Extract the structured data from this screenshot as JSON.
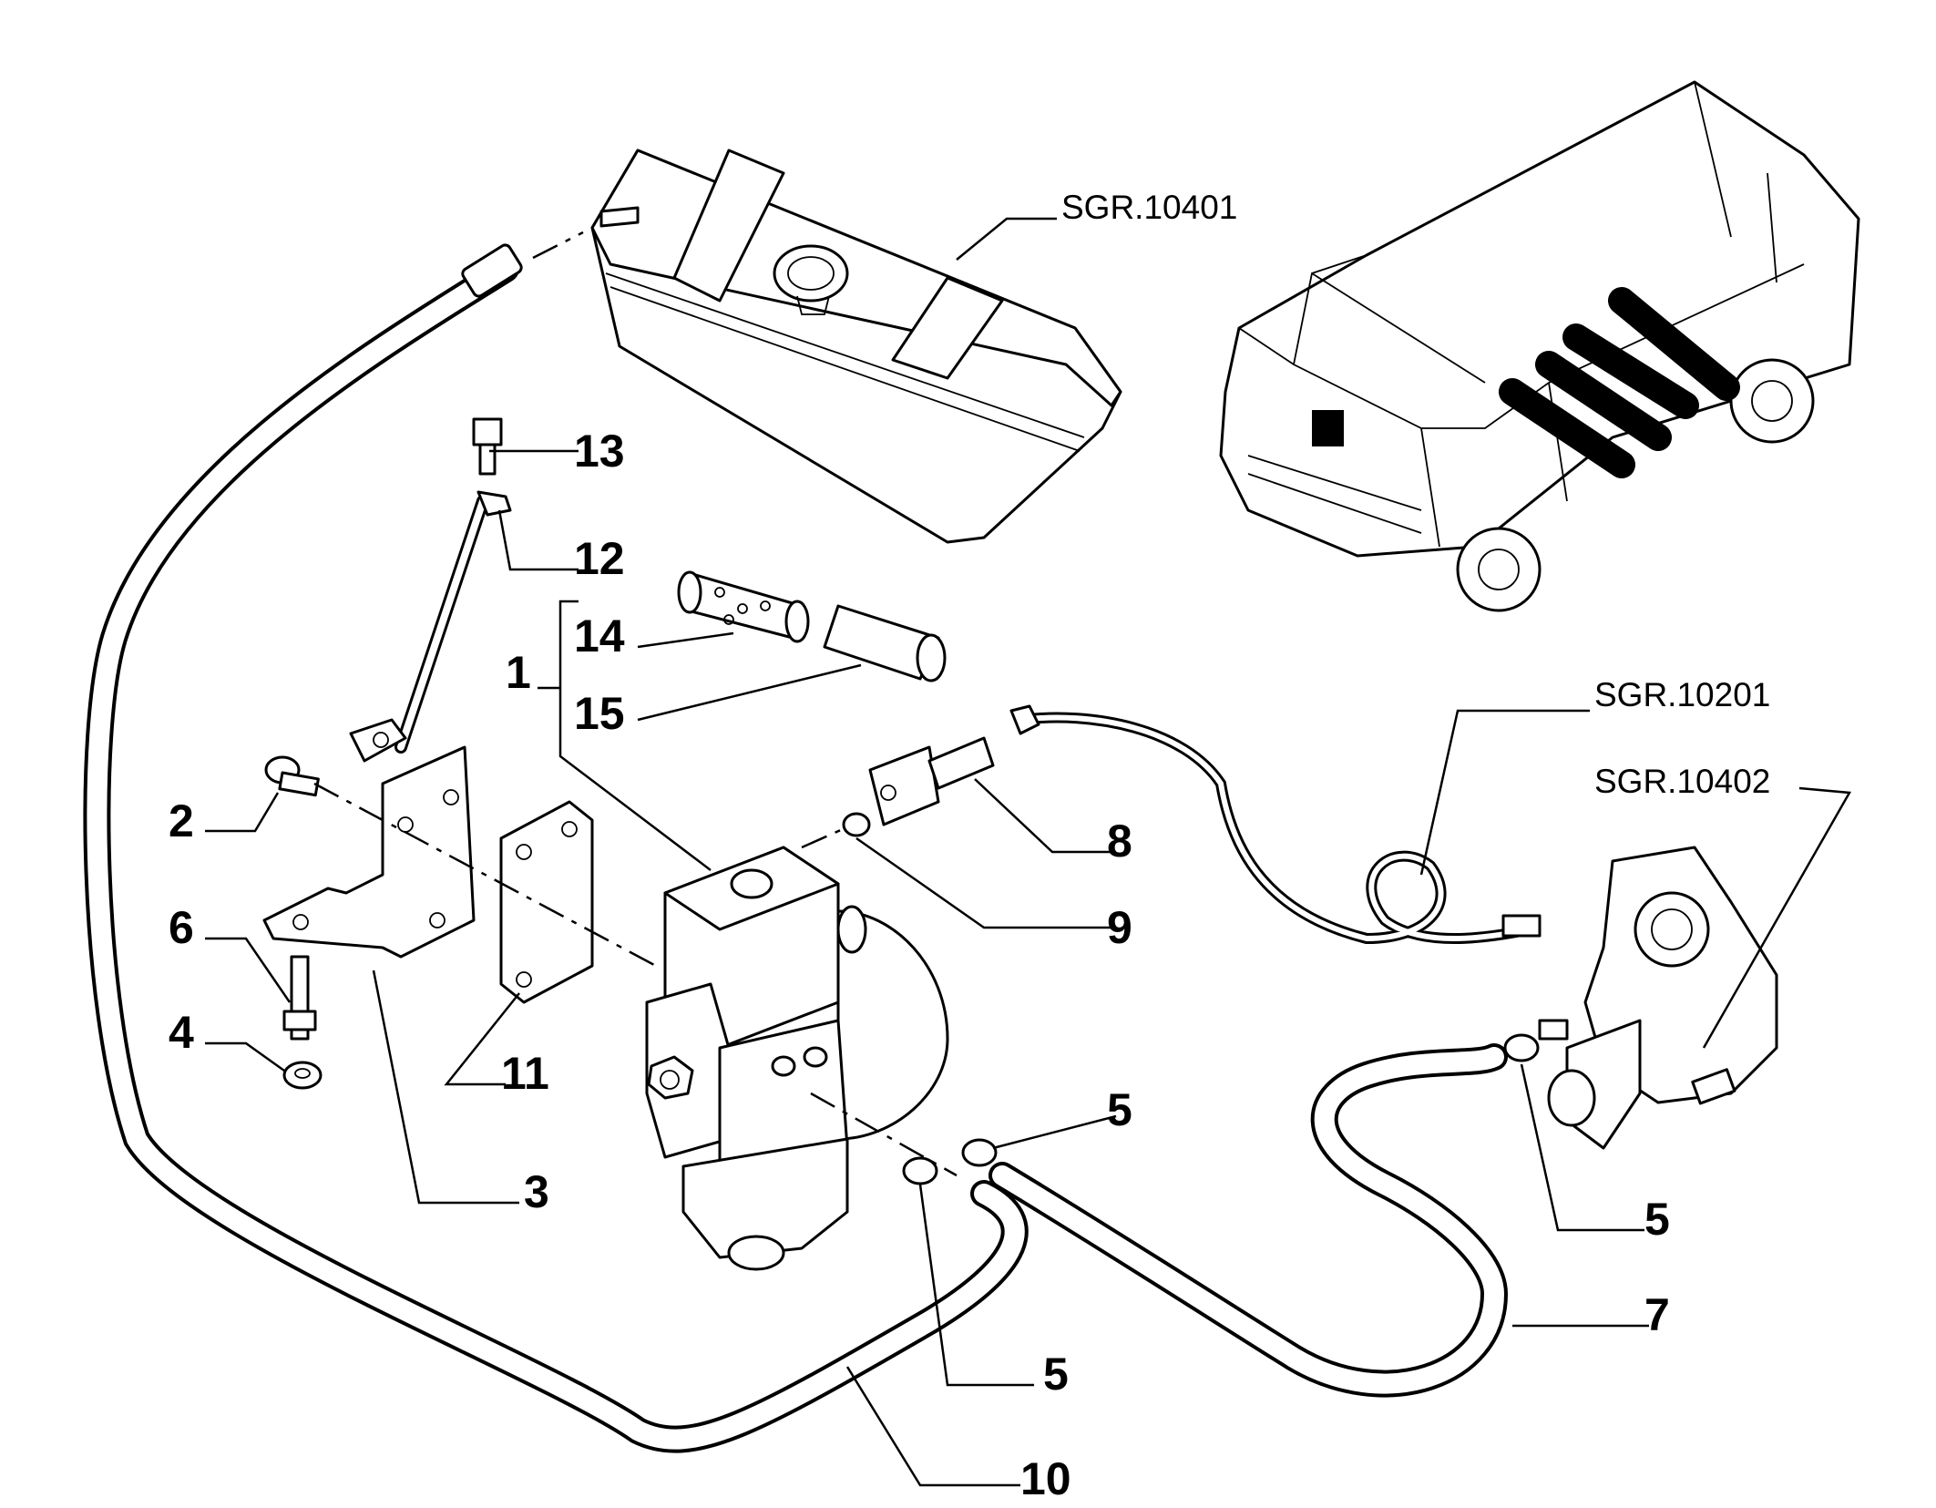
{
  "diagram": {
    "callouts": [
      {
        "id": "c13",
        "text": "13"
      },
      {
        "id": "c12",
        "text": "12"
      },
      {
        "id": "c14",
        "text": "14"
      },
      {
        "id": "c1",
        "text": "1"
      },
      {
        "id": "c15",
        "text": "15"
      },
      {
        "id": "c2",
        "text": "2"
      },
      {
        "id": "c8",
        "text": "8"
      },
      {
        "id": "c6",
        "text": "6"
      },
      {
        "id": "c9",
        "text": "9"
      },
      {
        "id": "c4",
        "text": "4"
      },
      {
        "id": "c11",
        "text": "11"
      },
      {
        "id": "c5a",
        "text": "5"
      },
      {
        "id": "c3",
        "text": "3"
      },
      {
        "id": "c5b",
        "text": "5"
      },
      {
        "id": "c7",
        "text": "7"
      },
      {
        "id": "c5c",
        "text": "5"
      },
      {
        "id": "c10",
        "text": "10"
      }
    ],
    "references": [
      {
        "id": "r10401",
        "text": "SGR.10401"
      },
      {
        "id": "r10201",
        "text": "SGR.10201"
      },
      {
        "id": "r10402",
        "text": "SGR.10402"
      }
    ]
  }
}
